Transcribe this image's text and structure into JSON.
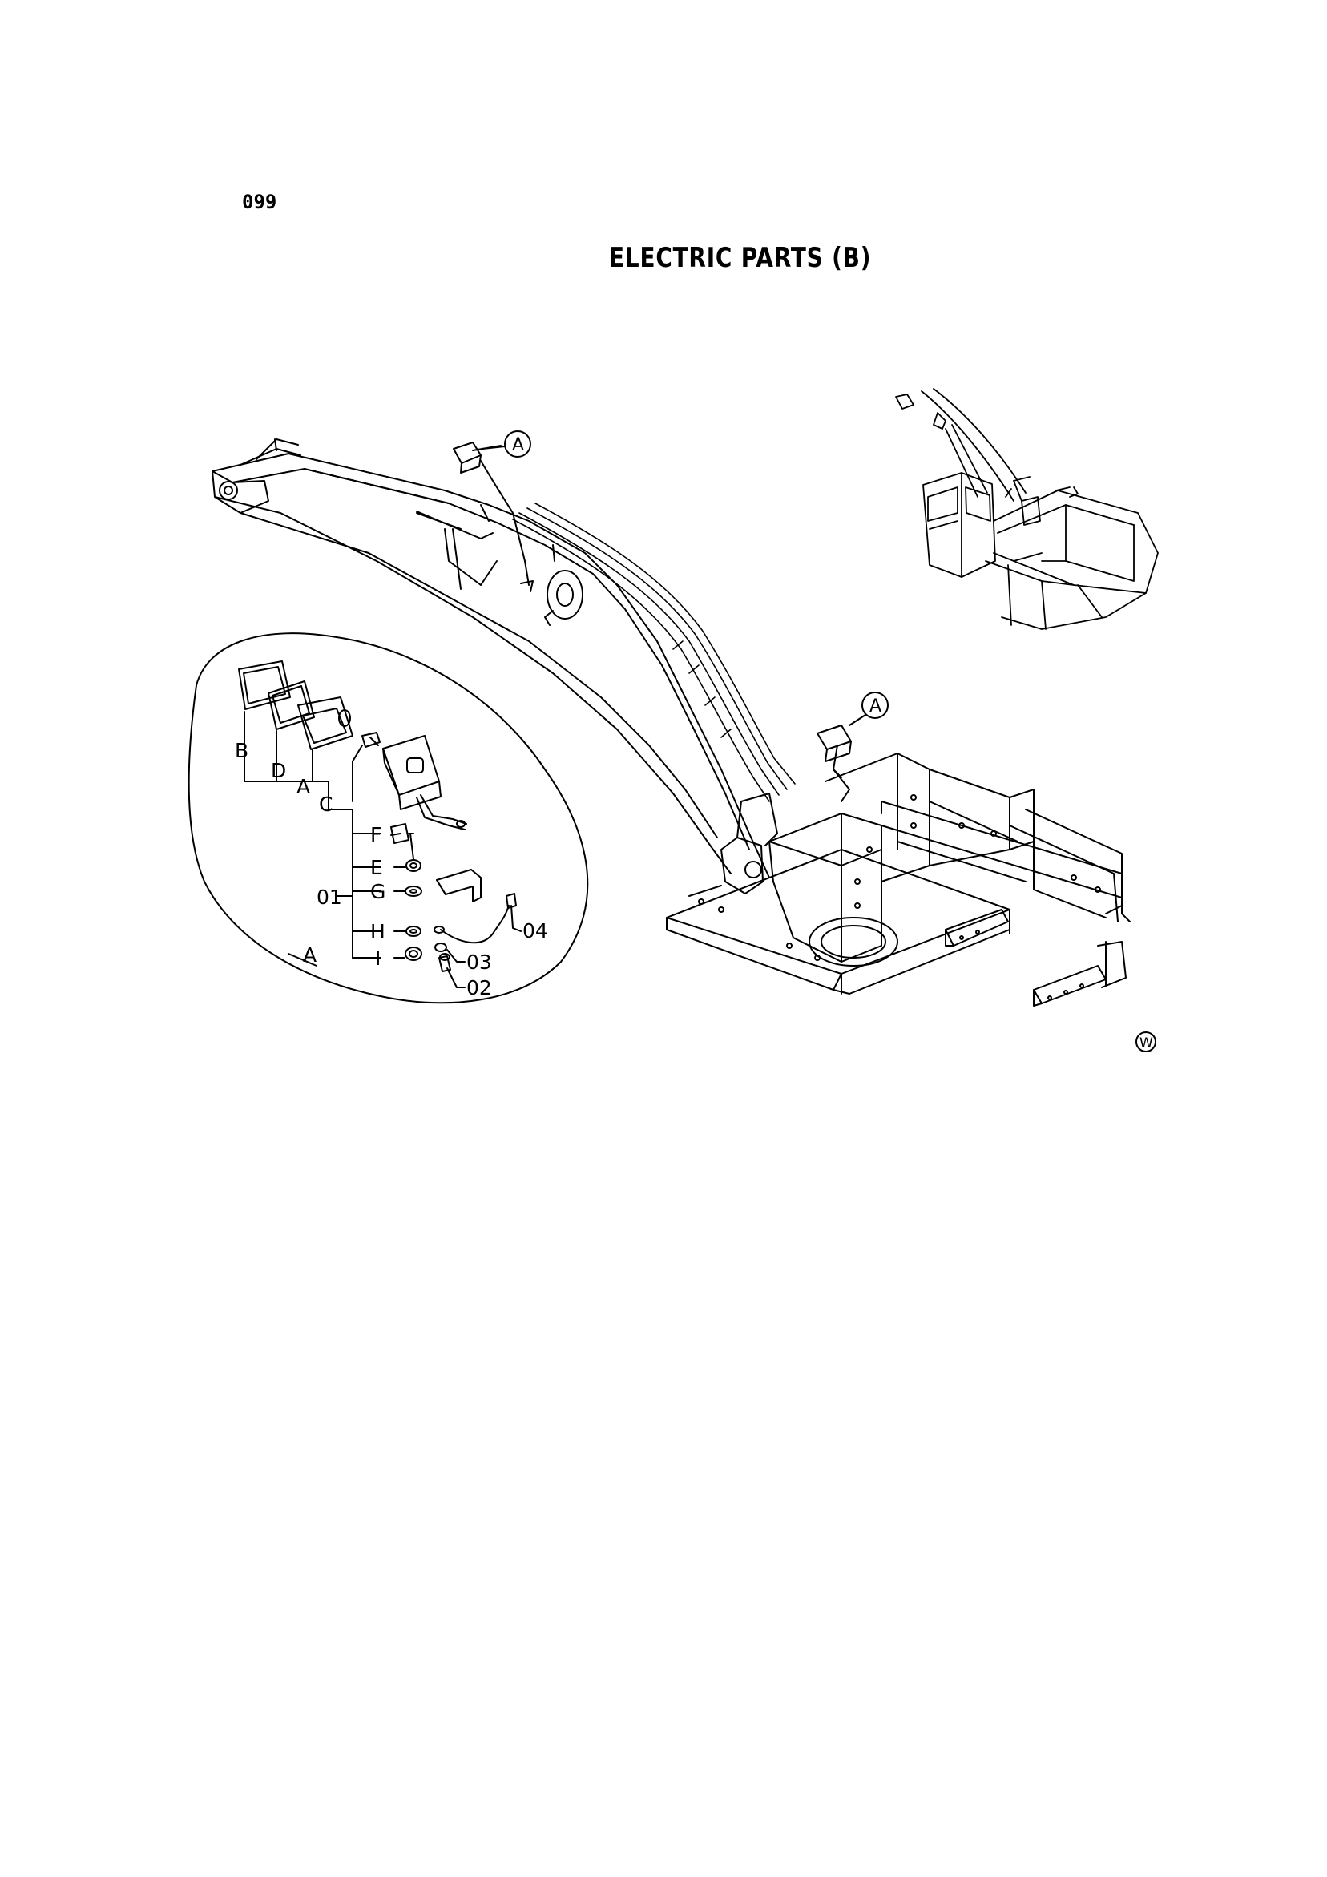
{
  "page_number": "099",
  "title": "ELECTRIC PARTS (B)",
  "callouts": {
    "top": "A",
    "right": "A"
  },
  "detail": {
    "view_label": "A",
    "assembly_label": "01",
    "parts": [
      "B",
      "D",
      "A",
      "C",
      "F",
      "E",
      "G",
      "H",
      "I"
    ],
    "numbered": [
      "04",
      "03",
      "02"
    ]
  },
  "mark": "W"
}
